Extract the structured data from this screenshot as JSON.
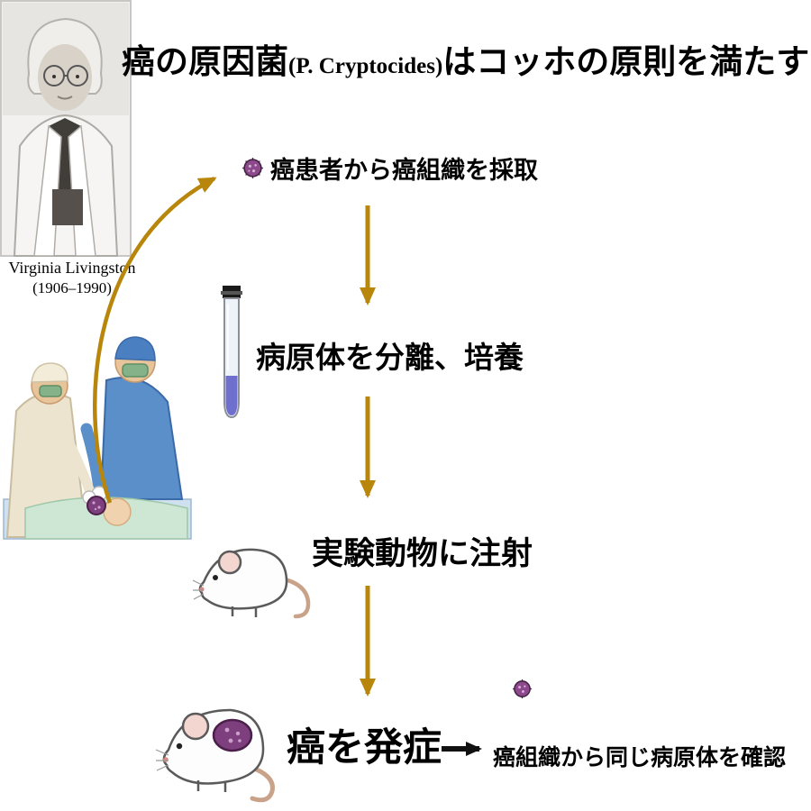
{
  "title": {
    "part_main": "癌の原因菌",
    "part_latin": "(P. Cryptocides)",
    "part_rest": "はコッホの原則を満たす"
  },
  "portrait": {
    "name": "Virginia Livingston",
    "years": "(1906–1990)"
  },
  "steps": [
    {
      "label": "癌患者から癌組織を採取"
    },
    {
      "label": "病原体を分離、培養"
    },
    {
      "label": "実験動物に注射"
    },
    {
      "label": "癌を発症"
    },
    {
      "label": "癌組織から同じ病原体を確認"
    }
  ],
  "icons": {
    "microbe": "microbe-icon",
    "test_tube": "test-tube-icon",
    "mouse": "lab-mouse-icon",
    "mouse_with_tumor": "lab-mouse-tumor-icon",
    "surgery": "surgery-scene-icon",
    "portrait": "portrait-photo"
  },
  "colors": {
    "flow_arrow_gold": "#B8860B",
    "final_arrow_black": "#111111",
    "microbe_purple": "#8C4A8C",
    "microbe_outline": "#3F1F3F",
    "surgeon_blue": "#5B8FC9",
    "gown_cream": "#EDE4D0",
    "drape_green": "#CDE7D4",
    "tube_liquid_blue": "#6F6FCE",
    "text_black": "#000000"
  }
}
